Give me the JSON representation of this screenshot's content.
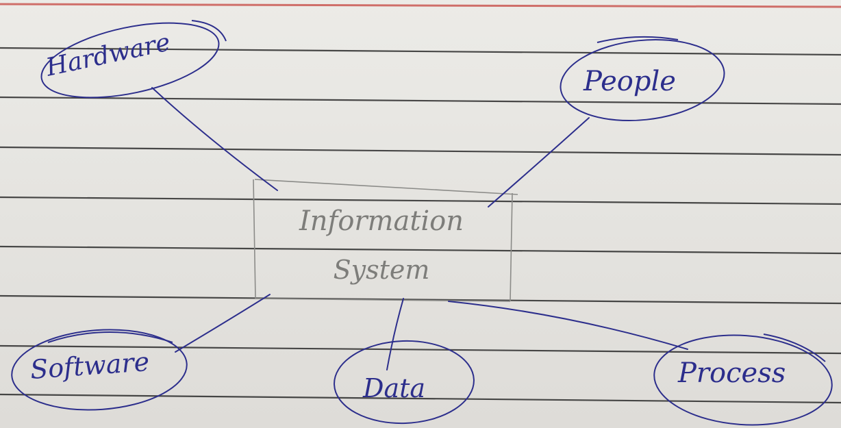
{
  "diagram": {
    "center": {
      "line1": "Information",
      "line2": "System"
    },
    "nodes": {
      "hardware": "Hardware",
      "people": "People",
      "software": "Software",
      "data": "Data",
      "process": "Process"
    }
  },
  "colors": {
    "ink": "#2c2e8c",
    "pencil": "#7d7d7a",
    "rule": "#2b2b2b",
    "margin": "#c9504a"
  }
}
